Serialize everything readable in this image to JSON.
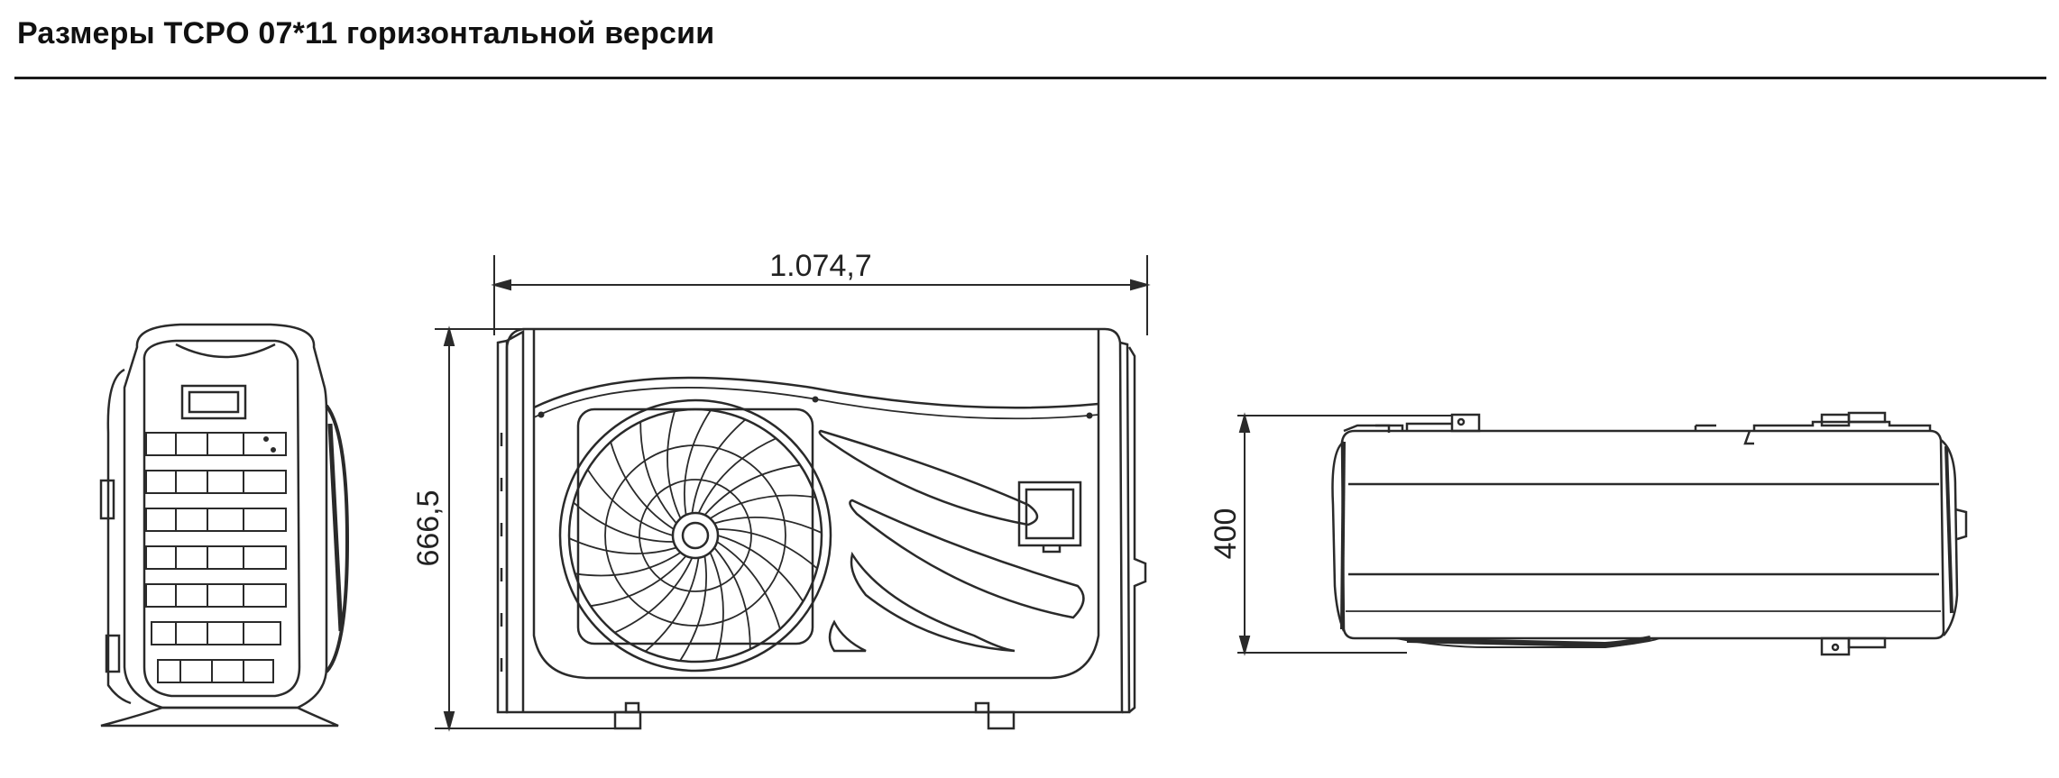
{
  "header": {
    "title": "Размеры TCPO 07*11 горизонтальной версии"
  },
  "dimensions": {
    "width": "1.074,7",
    "height": "666,5",
    "depth": "400"
  },
  "colors": {
    "line": "#2a2a2a",
    "text": "#222222",
    "background": "#ffffff"
  }
}
